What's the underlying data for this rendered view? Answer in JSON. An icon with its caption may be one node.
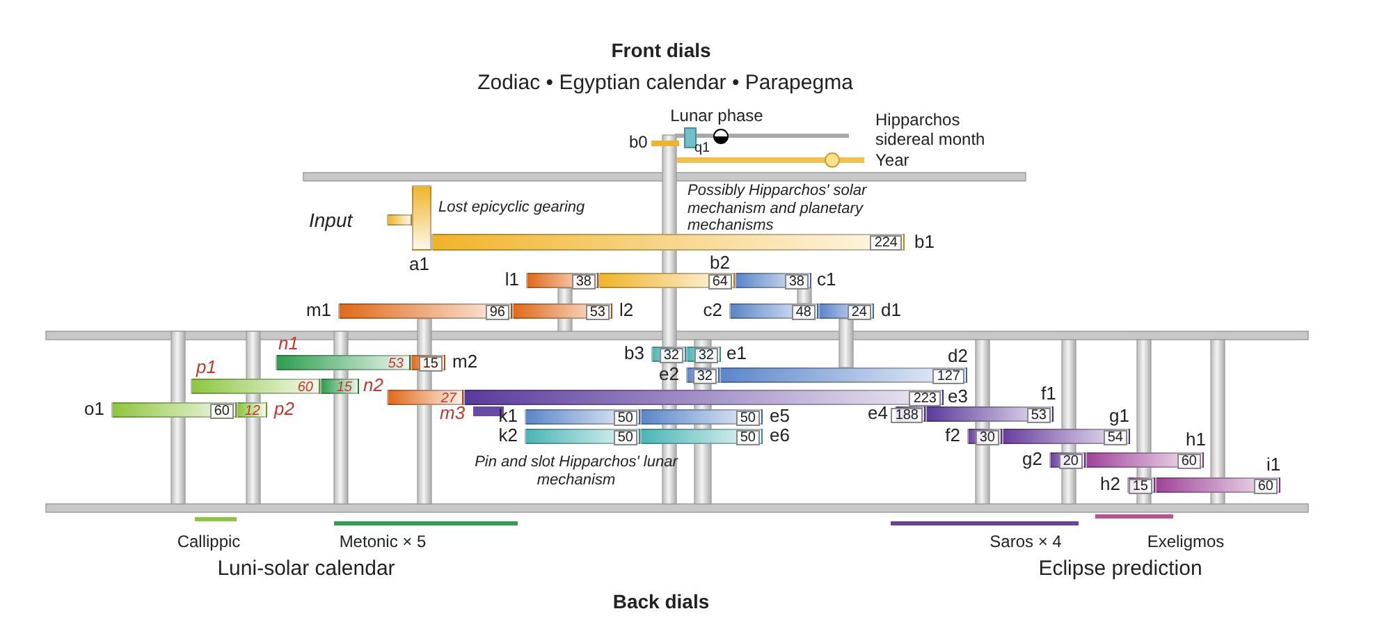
{
  "diagram": {
    "nodes": [
      {
        "text": [],
        "shape": "bar",
        "beside": [
          "Input"
        ]
      },
      {
        "text": [],
        "shape": "bar",
        "beside": [
          "a1"
        ]
      },
      {
        "text": [
          "224"
        ],
        "beside": [
          "b1"
        ]
      },
      {
        "text": [
          "38"
        ],
        "beside": [
          "l1"
        ]
      },
      {
        "text": [
          "64"
        ],
        "beside": [
          "b2"
        ]
      },
      {
        "text": [
          "38"
        ],
        "beside": [
          "c1"
        ]
      },
      {
        "text": [
          "96"
        ],
        "beside": [
          "m1"
        ]
      },
      {
        "text": [
          "53"
        ],
        "beside": [
          "l2"
        ]
      },
      {
        "text": [
          "48"
        ],
        "beside": [
          "c2"
        ]
      },
      {
        "text": [
          "24"
        ],
        "beside": [
          "d1"
        ]
      },
      {
        "text": [
          "32"
        ],
        "beside": [
          "b3"
        ]
      },
      {
        "text": [
          "32"
        ],
        "beside": [
          "e1"
        ]
      },
      {
        "text": [
          "53"
        ],
        "beside": [
          "n1"
        ]
      },
      {
        "text": [
          "15"
        ],
        "beside": [
          "m2"
        ]
      },
      {
        "text": [
          "32"
        ],
        "beside": [
          "e2"
        ]
      },
      {
        "text": [
          "127"
        ],
        "beside": [
          "d2"
        ]
      },
      {
        "text": [
          "60"
        ],
        "beside": [
          "p1"
        ]
      },
      {
        "text": [
          "15"
        ],
        "beside": [
          "n2"
        ]
      },
      {
        "text": [
          "60"
        ],
        "beside": [
          "o1"
        ]
      },
      {
        "text": [
          "12"
        ],
        "beside": [
          "p2"
        ]
      },
      {
        "text": [
          "27"
        ],
        "beside": [
          "m3"
        ]
      },
      {
        "text": [
          "223"
        ],
        "beside": [
          "e3"
        ]
      },
      {
        "text": [
          "188"
        ],
        "beside": [
          "e4"
        ]
      },
      {
        "text": [
          "53"
        ],
        "beside": [
          "f1"
        ]
      },
      {
        "text": [
          "50"
        ],
        "beside": [
          "k1"
        ]
      },
      {
        "text": [
          "50"
        ],
        "beside": [
          "e5"
        ]
      },
      {
        "text": [
          "50"
        ],
        "beside": [
          "k2"
        ]
      },
      {
        "text": [
          "50"
        ],
        "beside": [
          "e6"
        ]
      },
      {
        "text": [
          "30"
        ],
        "beside": [
          "f2"
        ]
      },
      {
        "text": [
          "54"
        ],
        "beside": [
          "g1"
        ]
      },
      {
        "text": [
          "20"
        ],
        "beside": [
          "g2"
        ]
      },
      {
        "text": [
          "60"
        ],
        "beside": [
          "h1"
        ]
      },
      {
        "text": [
          "15"
        ],
        "beside": [
          "h2"
        ]
      },
      {
        "text": [
          "60"
        ],
        "beside": [
          "i1"
        ]
      }
    ],
    "labels": [
      "Front dials",
      "Zodiac • Egyptian calendar • Parapegma",
      "Lunar phase",
      "Hipparchos sidereal month",
      "b0",
      "q1",
      "Year",
      "Lost epicyclic gearing",
      "Possibly Hipparchos' solar mechanism and planetary mechanisms",
      "Pin and slot Hipparchos' lunar mechanism",
      "Callippic",
      "Metonic × 5",
      "Saros × 4",
      "Exeligmos",
      "Luni-solar calendar",
      "Eclipse prediction",
      "Back dials"
    ]
  }
}
